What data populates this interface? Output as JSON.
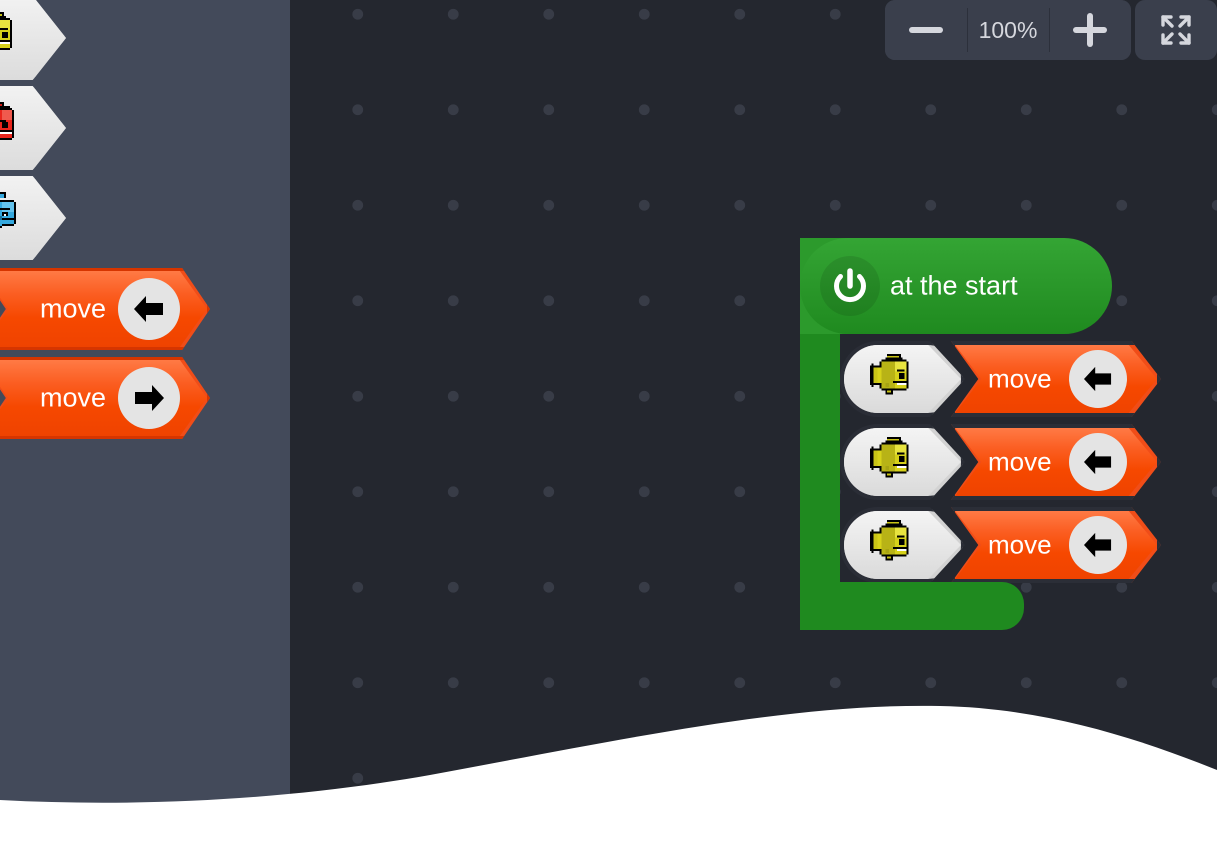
{
  "app": {
    "canvas_bg": "#24272f",
    "sidebar_bg": "#434a5a",
    "grid_dot_color": "#383c47",
    "block_orange": "#f04d18",
    "block_green": "#1f8a1f",
    "wave_color": "#ffffff"
  },
  "toolbar": {
    "zoom_out_label": "—",
    "zoom_level": "100%",
    "zoom_in_label": "+",
    "zoom_out_icon": "minus-icon",
    "zoom_in_icon": "plus-icon",
    "fullscreen_icon": "fullscreen-expand-icon"
  },
  "palette": {
    "sprites": [
      {
        "name": "yellow-fish",
        "color": "#d6d11a",
        "dark": "#a7a313",
        "selected": true
      },
      {
        "name": "red-fish",
        "color": "#e8251c",
        "dark": "#a51810",
        "selected": false
      },
      {
        "name": "blue-fish",
        "color": "#35a8dd",
        "dark": "#1b6f99",
        "selected": false
      }
    ],
    "blocks": [
      {
        "label": "move",
        "icon": "arrow-left-icon",
        "direction": "left"
      },
      {
        "label": "move",
        "icon": "arrow-right-icon",
        "direction": "right"
      }
    ]
  },
  "script": {
    "hat": {
      "label": "at the start",
      "icon": "power-icon",
      "color": "#1f8a1f"
    },
    "rows": [
      {
        "sprite": "yellow-fish",
        "label": "move",
        "icon": "arrow-left-icon",
        "direction": "left"
      },
      {
        "sprite": "yellow-fish",
        "label": "move",
        "icon": "arrow-left-icon",
        "direction": "left"
      },
      {
        "sprite": "yellow-fish",
        "label": "move",
        "icon": "arrow-left-icon",
        "direction": "left"
      }
    ]
  }
}
